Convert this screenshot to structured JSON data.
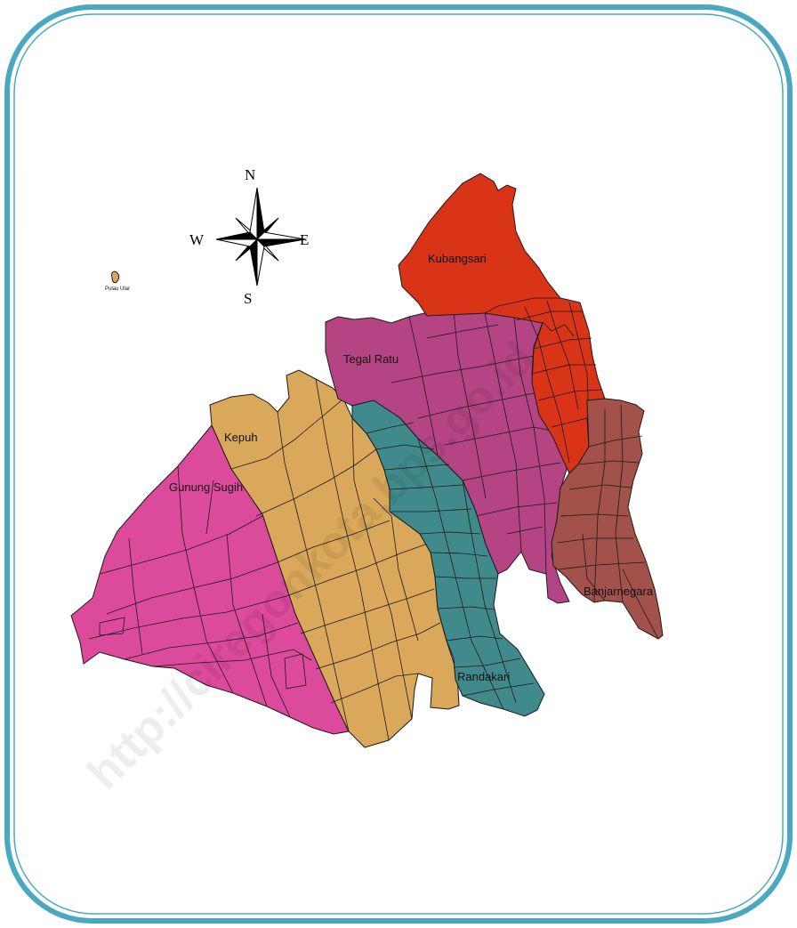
{
  "compass": {
    "north": "N",
    "east": "E",
    "south": "S",
    "west": "W"
  },
  "island": {
    "label": "Pulau Ular",
    "color": "#d9a85a"
  },
  "regions": [
    {
      "id": "kubangsari",
      "label": "Kubangsari",
      "color": "#d93318"
    },
    {
      "id": "tegal-ratu",
      "label": "Tegal Ratu",
      "color": "#b54484"
    },
    {
      "id": "kepuh",
      "label": "Kepuh",
      "color": "#d9a85a"
    },
    {
      "id": "gunung-sugih",
      "label": "Gunung Sugih",
      "color": "#dc4a9c"
    },
    {
      "id": "randakari",
      "label": "Randakari",
      "color": "#418a8c"
    },
    {
      "id": "banjarnegara",
      "label": "Banjarnegara",
      "color": "#a2524b"
    }
  ],
  "watermark": "http://ciregonkota.bps.go.id",
  "frame_color": "#4aa9c1"
}
